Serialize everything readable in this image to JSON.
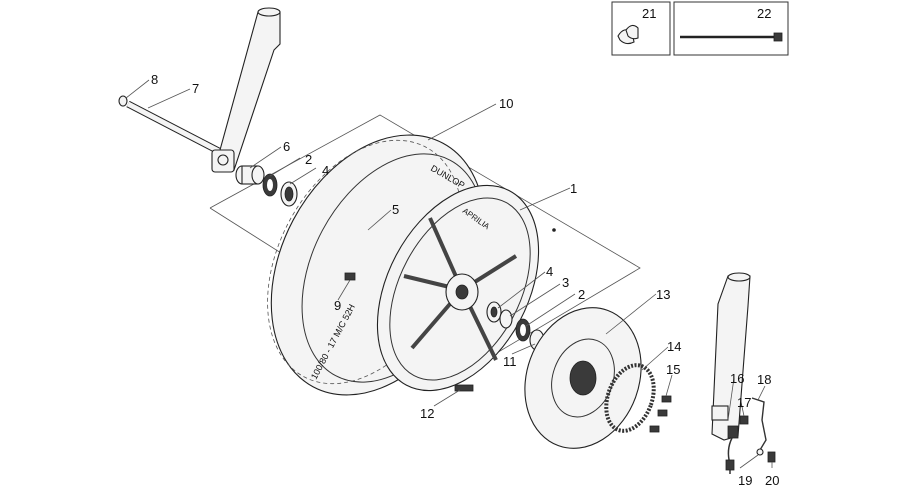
{
  "callouts": [
    {
      "id": "c1",
      "label": "1"
    },
    {
      "id": "c2a",
      "label": "2"
    },
    {
      "id": "c2b",
      "label": "2"
    },
    {
      "id": "c3",
      "label": "3"
    },
    {
      "id": "c4a",
      "label": "4"
    },
    {
      "id": "c4b",
      "label": "4"
    },
    {
      "id": "c5",
      "label": "5"
    },
    {
      "id": "c6",
      "label": "6"
    },
    {
      "id": "c7",
      "label": "7"
    },
    {
      "id": "c8",
      "label": "8"
    },
    {
      "id": "c9",
      "label": "9"
    },
    {
      "id": "c10",
      "label": "10"
    },
    {
      "id": "c11",
      "label": "11"
    },
    {
      "id": "c12",
      "label": "12"
    },
    {
      "id": "c13",
      "label": "13"
    },
    {
      "id": "c14",
      "label": "14"
    },
    {
      "id": "c15",
      "label": "15"
    },
    {
      "id": "c16",
      "label": "16"
    },
    {
      "id": "c17",
      "label": "17"
    },
    {
      "id": "c18",
      "label": "18"
    },
    {
      "id": "c19",
      "label": "19"
    },
    {
      "id": "c20",
      "label": "20"
    },
    {
      "id": "c21",
      "label": "21"
    },
    {
      "id": "c22",
      "label": "22"
    }
  ],
  "tire_markings": {
    "brand": "DUNLOP",
    "size": "100/80 - 17 M/C 52H",
    "rim_brand": "APRILIA"
  }
}
